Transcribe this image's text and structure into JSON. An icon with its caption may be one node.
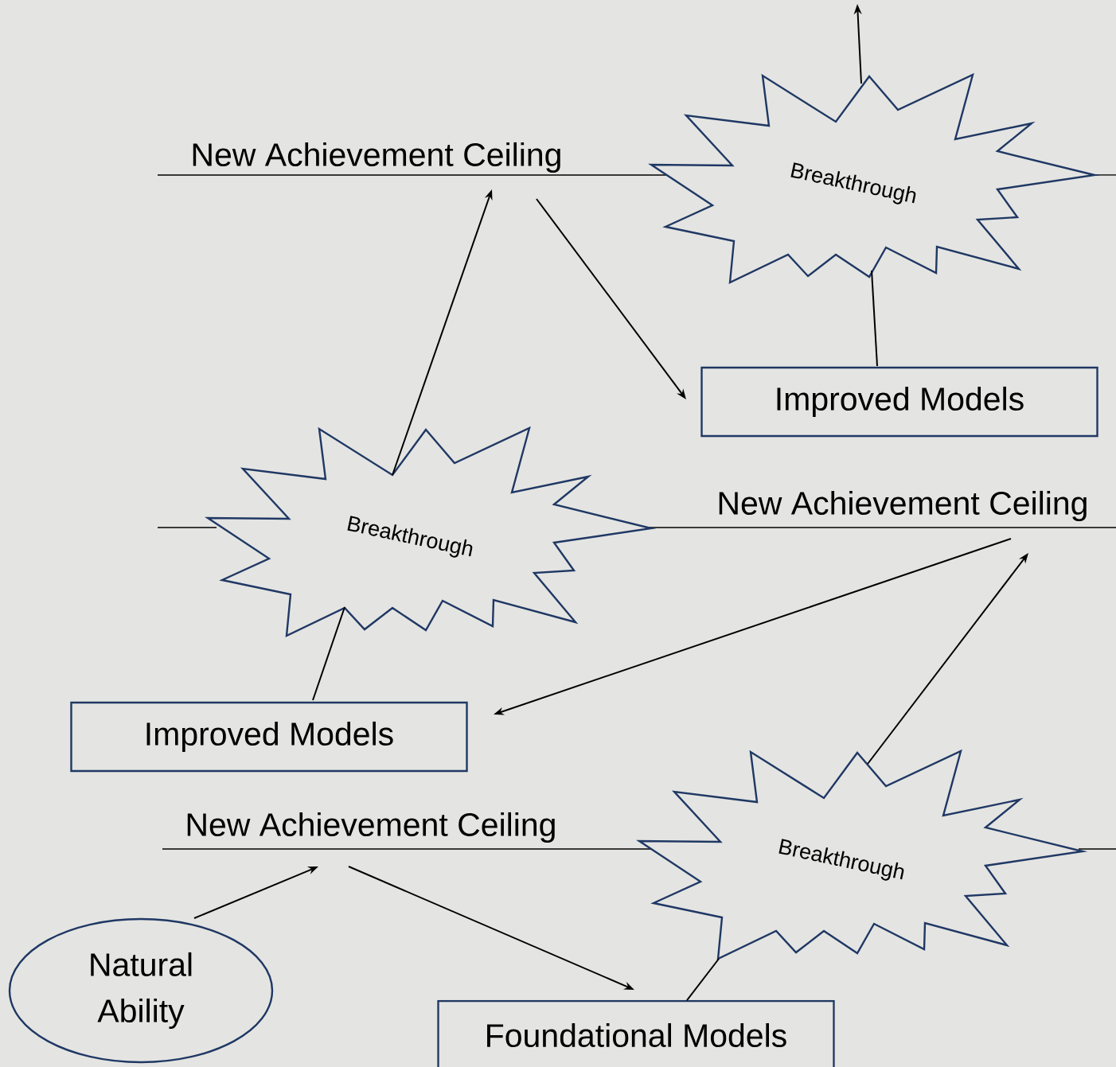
{
  "diagram": {
    "nodes": [
      {
        "text": [
          "New Achievement Ceiling"
        ]
      },
      {
        "text": [
          "Breakthrough"
        ]
      },
      {
        "text": [
          "Improved Models"
        ]
      },
      {
        "text": [
          "Breakthrough"
        ]
      },
      {
        "text": [
          "New Achievement Ceiling"
        ]
      },
      {
        "text": [
          "Improved Models"
        ]
      },
      {
        "text": [
          "New Achievement Ceiling"
        ]
      },
      {
        "text": [
          "Breakthrough"
        ]
      },
      {
        "text": [
          "Natural Ability"
        ]
      },
      {
        "text": [
          "Foundational Models"
        ]
      }
    ],
    "edges": [
      {
        "from": 8,
        "to": 6,
        "arrow": "to"
      },
      {
        "from": 6,
        "to": 9,
        "arrow": "to"
      },
      {
        "from": 9,
        "to": 7,
        "arrow": "none"
      },
      {
        "from": 7,
        "to": 4,
        "arrow": "to"
      },
      {
        "from": 4,
        "to": 5,
        "arrow": "to"
      },
      {
        "from": 5,
        "to": 3,
        "arrow": "none"
      },
      {
        "from": 3,
        "to": 0,
        "arrow": "to"
      },
      {
        "from": 0,
        "to": 2,
        "arrow": "to"
      },
      {
        "from": 2,
        "to": 1,
        "arrow": "none"
      },
      {
        "from": 1,
        "to": null,
        "arrow": "to"
      }
    ]
  }
}
